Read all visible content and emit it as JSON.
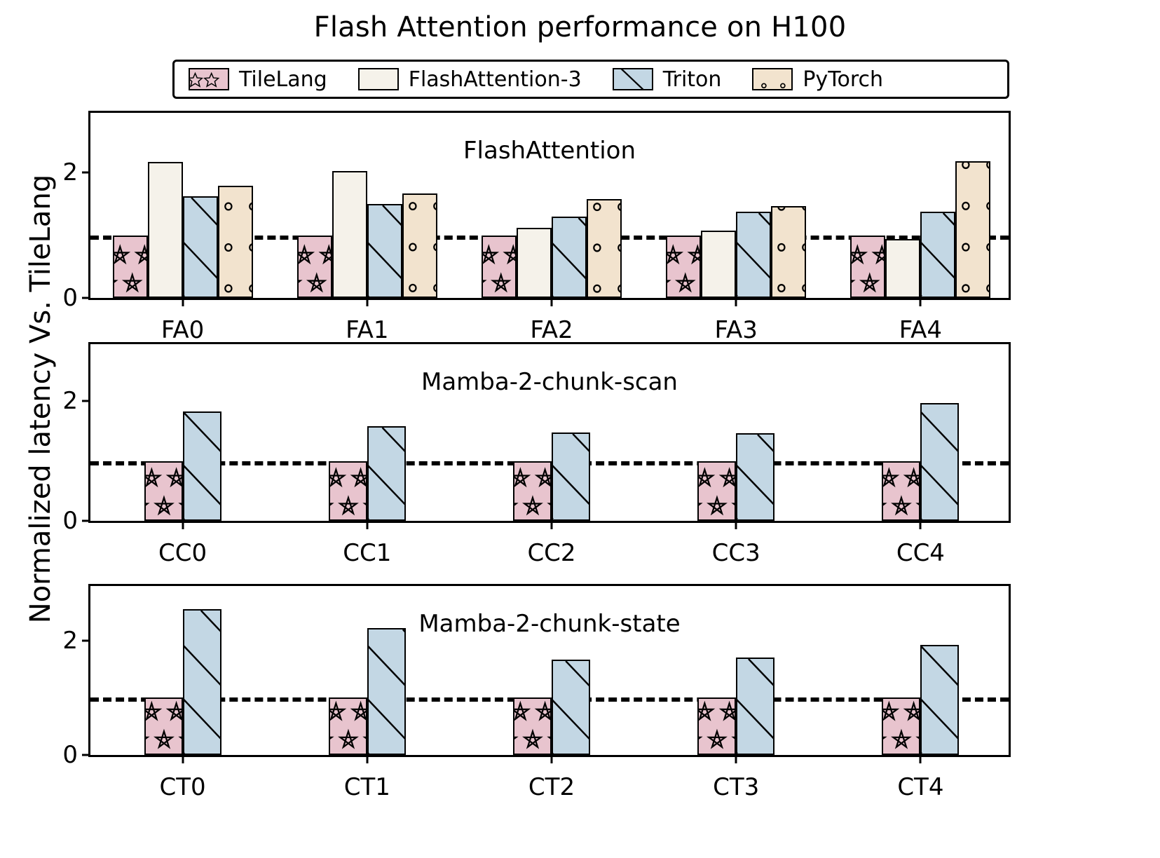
{
  "chart_data": {
    "type": "bar",
    "title": "Flash Attention performance on H100",
    "xlabel": "",
    "ylabel": "Normalized latency Vs. TileLang",
    "legend": {
      "position": "top",
      "entries": [
        {
          "name": "TileLang",
          "color": "#e8c4ce",
          "hatch": "star"
        },
        {
          "name": "FlashAttention-3",
          "color": "#f5f2ea",
          "hatch": "none"
        },
        {
          "name": "Triton",
          "color": "#c3d7e4",
          "hatch": "diagonal"
        },
        {
          "name": "PyTorch",
          "color": "#f2e3ce",
          "hatch": "circle"
        }
      ]
    },
    "reference_line": {
      "value": 1.0,
      "style": "dashed",
      "color": "#000000"
    },
    "grid": false,
    "ylim": [
      0,
      2.95
    ],
    "yticks": [
      0,
      2
    ],
    "ytick_labels": [
      "0",
      "2"
    ],
    "subplots": [
      {
        "title": "FlashAttention",
        "categories": [
          "FA0",
          "FA1",
          "FA2",
          "FA3",
          "FA4"
        ],
        "series": [
          {
            "name": "TileLang",
            "values": [
              1.0,
              1.0,
              1.0,
              1.0,
              1.0
            ]
          },
          {
            "name": "FlashAttention-3",
            "values": [
              2.17,
              2.02,
              1.12,
              1.07,
              0.94
            ]
          },
          {
            "name": "Triton",
            "values": [
              1.62,
              1.5,
              1.3,
              1.37,
              1.37
            ]
          },
          {
            "name": "PyTorch",
            "values": [
              1.79,
              1.66,
              1.58,
              1.46,
              2.18
            ]
          }
        ]
      },
      {
        "title": "Mamba-2-chunk-scan",
        "categories": [
          "CC0",
          "CC1",
          "CC2",
          "CC3",
          "CC4"
        ],
        "series": [
          {
            "name": "TileLang",
            "values": [
              1.0,
              1.0,
              1.0,
              1.0,
              1.0
            ]
          },
          {
            "name": "Triton",
            "values": [
              1.83,
              1.58,
              1.47,
              1.46,
              1.97
            ]
          }
        ]
      },
      {
        "title": "Mamba-2-chunk-state",
        "categories": [
          "CT0",
          "CT1",
          "CT2",
          "CT3",
          "CT4"
        ],
        "series": [
          {
            "name": "TileLang",
            "values": [
              1.0,
              1.0,
              1.0,
              1.0,
              1.0
            ]
          },
          {
            "name": "Triton",
            "values": [
              2.55,
              2.22,
              1.67,
              1.7,
              1.92
            ]
          }
        ]
      }
    ]
  }
}
